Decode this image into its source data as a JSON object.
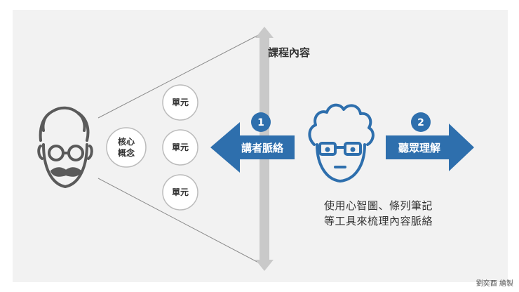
{
  "title": "課程內容",
  "core": {
    "line1": "核心",
    "line2": "概念"
  },
  "units": [
    "單元",
    "單元",
    "單元"
  ],
  "left_arrow": {
    "number": "1",
    "label": "講者脈絡"
  },
  "right_arrow": {
    "number": "2",
    "label": "聽眾理解"
  },
  "description": {
    "line1": "使用心智圖、條列筆記",
    "line2": "等工具來梳理內容脈絡"
  },
  "credit": "劉奕酉 繪製",
  "colors": {
    "accent": "#2e6fad",
    "panel": "#f2f2f2",
    "pillar": "#c9c9c9",
    "figure": "#5a5a5a"
  }
}
